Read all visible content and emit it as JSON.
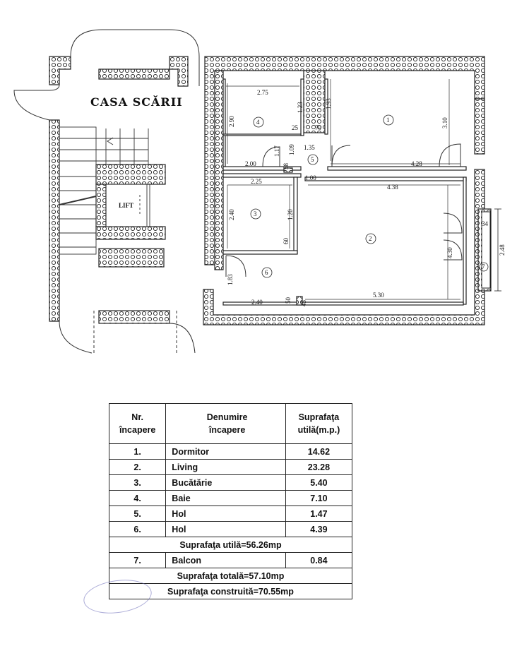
{
  "plan": {
    "stair_title": "CASA SCĂRII",
    "lift_label": "LIFT",
    "rooms": [
      {
        "id": "room-1",
        "label": "1"
      },
      {
        "id": "room-2",
        "label": "2"
      },
      {
        "id": "room-3",
        "label": "3"
      },
      {
        "id": "room-4",
        "label": "4"
      },
      {
        "id": "room-5",
        "label": "5"
      },
      {
        "id": "room-6",
        "label": "6"
      },
      {
        "id": "room-7",
        "label": "7"
      }
    ],
    "dims": [
      "2.75",
      "1.23",
      "1.93",
      "2.90",
      "25",
      "70",
      "3.10",
      "1.17",
      "1.09",
      "1.35",
      "2.00",
      "58",
      "1.00",
      "4.28",
      "2.25",
      "4.38",
      "2.40",
      "1.20",
      "60",
      "34",
      "4.30",
      "2.48",
      "1.83",
      "2.40",
      "50",
      "45",
      "5.30"
    ]
  },
  "table": {
    "header": {
      "nr": [
        "Nr.",
        "încapere"
      ],
      "name": [
        "Denumire",
        "încapere"
      ],
      "area": [
        "Suprafaţa",
        "utilă(m.p.)"
      ]
    },
    "rows": [
      {
        "nr": "1.",
        "name": "Dormitor",
        "area": "14.62"
      },
      {
        "nr": "2.",
        "name": "Living",
        "area": "23.28"
      },
      {
        "nr": "3.",
        "name": "Bucătărie",
        "area": "5.40"
      },
      {
        "nr": "4.",
        "name": "Baie",
        "area": "7.10"
      },
      {
        "nr": "5.",
        "name": "Hol",
        "area": "1.47"
      },
      {
        "nr": "6.",
        "name": "Hol",
        "area": "4.39"
      }
    ],
    "subtotal": "Suprafaţa utilă=56.26mp",
    "balcony": {
      "nr": "7.",
      "name": "Balcon",
      "area": "0.84"
    },
    "total": "Suprafaţa totală=57.10mp",
    "built": "Suprafaţa construită=70.55mp"
  }
}
